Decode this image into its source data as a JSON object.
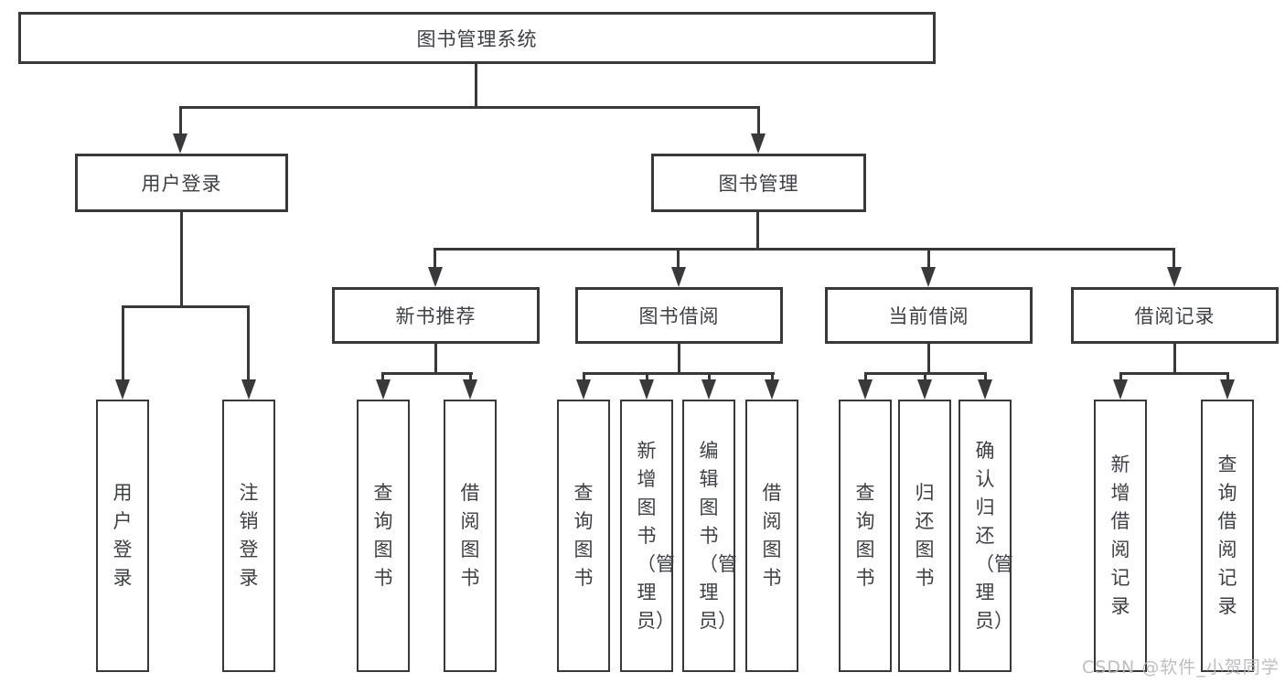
{
  "diagram": {
    "type": "hierarchy-tree",
    "colors": {
      "line": "#39393b",
      "text": "#3e4045",
      "background": "#ffffff",
      "watermark": "#b9b9bc"
    },
    "tree": {
      "label": "图书管理系统",
      "children": [
        {
          "label": "用户登录",
          "children": [
            {
              "label": "用户登录"
            },
            {
              "label": "注销登录"
            }
          ]
        },
        {
          "label": "图书管理",
          "children": [
            {
              "label": "新书推荐",
              "children": [
                {
                  "label": "查询图书"
                },
                {
                  "label": "借阅图书"
                }
              ]
            },
            {
              "label": "图书借阅",
              "children": [
                {
                  "label": "查询图书"
                },
                {
                  "label": "新增图书（管理员）"
                },
                {
                  "label": "编辑图书（管理员）"
                },
                {
                  "label": "借阅图书"
                }
              ]
            },
            {
              "label": "当前借阅",
              "children": [
                {
                  "label": "查询图书"
                },
                {
                  "label": "归还图书"
                },
                {
                  "label": "确认归还（管理员）"
                }
              ]
            },
            {
              "label": "借阅记录",
              "children": [
                {
                  "label": "新增借阅记录"
                },
                {
                  "label": "查询借阅记录"
                }
              ]
            }
          ]
        }
      ]
    },
    "watermark": {
      "text": "CSDN @软件_小贺同学"
    }
  }
}
